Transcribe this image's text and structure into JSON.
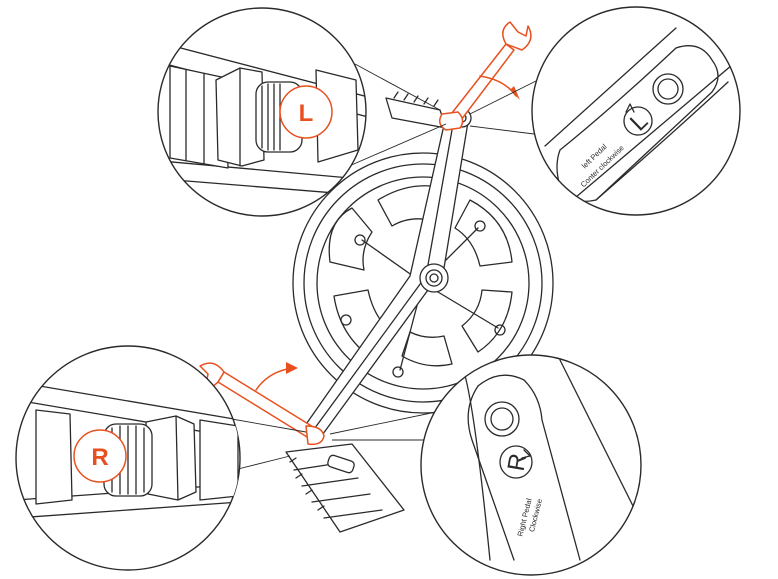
{
  "left_badge_letter": "L",
  "right_badge_letter": "R",
  "left_crank": {
    "line1": "left Pedal",
    "line2": "Conter clockwise",
    "direction_letter": "L"
  },
  "right_crank": {
    "line1": "Right Pedal",
    "line2": "Clockwise",
    "direction_letter": "R"
  },
  "colors": {
    "accent": "#e8511f",
    "line": "#2a2a2a",
    "background": "#ffffff"
  }
}
